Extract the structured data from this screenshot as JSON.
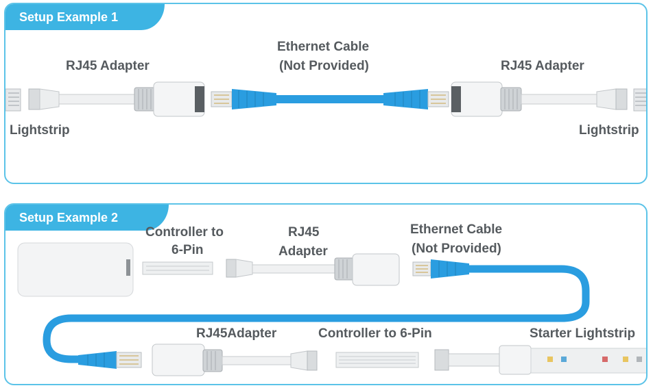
{
  "panel1": {
    "title": "Setup Example 1",
    "labels": {
      "rj45_left": "RJ45 Adapter",
      "ethernet_line1": "Ethernet Cable",
      "ethernet_line2": "(Not Provided)",
      "rj45_right": "RJ45 Adapter",
      "lightstrip_left": "Lightstrip",
      "lightstrip_right": "Lightstrip"
    }
  },
  "panel2": {
    "title": "Setup Example 2",
    "labels": {
      "controller_line1": "Controller to",
      "controller_line2": "6-Pin",
      "rj45_line1": "RJ45",
      "rj45_line2": "Adapter",
      "ethernet_line1": "Ethernet Cable",
      "ethernet_line2": "(Not Provided)",
      "rj45adapter": "RJ45Adapter",
      "controller_6pin": "Controller to 6-Pin",
      "starter_lightstrip": "Starter Lightstrip"
    }
  },
  "colors": {
    "accent": "#3db4e3",
    "border": "#5bc3e8",
    "cable_blue": "#2a9de0",
    "label_text": "#555a5e"
  }
}
